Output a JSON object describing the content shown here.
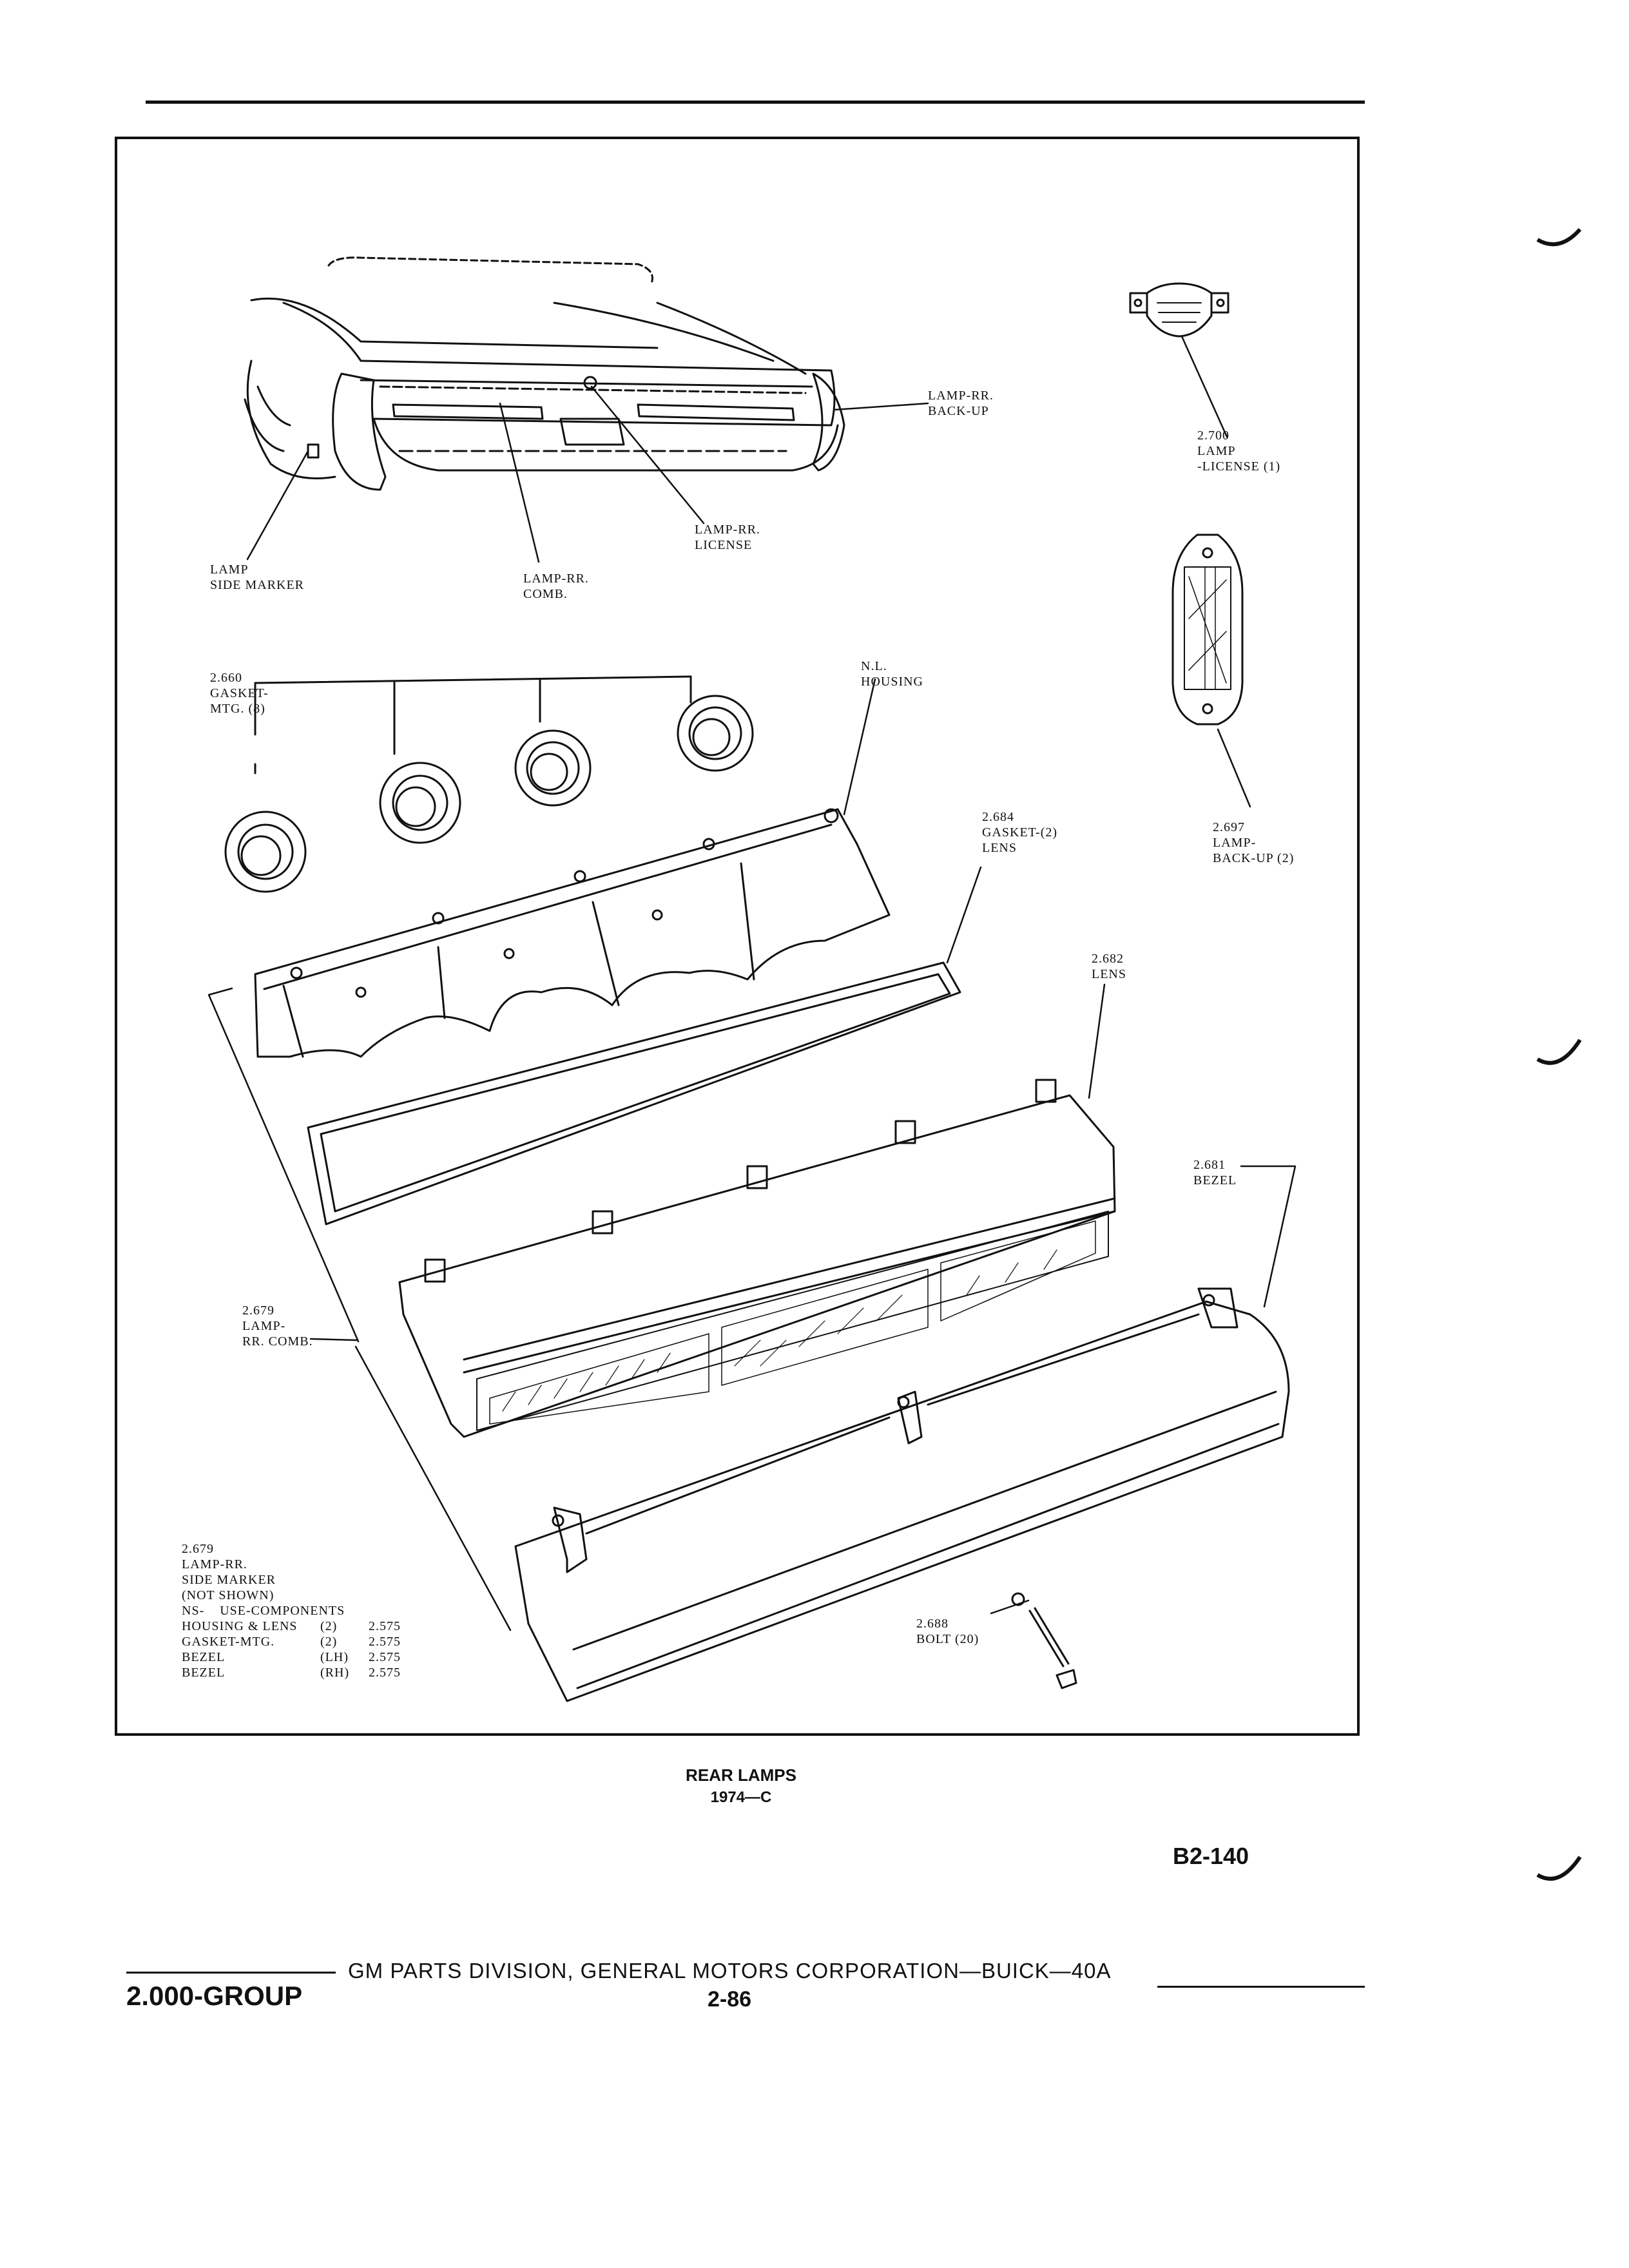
{
  "diagram": {
    "labels": {
      "backup_ref": [
        "LAMP-RR.",
        "BACK-UP"
      ],
      "license_part": [
        "2.700",
        "LAMP",
        "-LICENSE (1)"
      ],
      "license_ref": [
        "LAMP-RR.",
        "LICENSE"
      ],
      "side_marker_ref": [
        "LAMP",
        "SIDE MARKER"
      ],
      "comb_ref": [
        "LAMP-RR.",
        "COMB."
      ],
      "gasket_mtg": [
        "2.660",
        "GASKET-",
        "MTG. (8)"
      ],
      "nl_housing": [
        "N.L.",
        "HOUSING"
      ],
      "backup_part": [
        "2.697",
        "LAMP-",
        "BACK-UP (2)"
      ],
      "gasket_lens": [
        "2.684",
        "GASKET-(2)",
        "LENS"
      ],
      "lens": [
        "2.682",
        "LENS"
      ],
      "bezel": [
        "2.681",
        "BEZEL"
      ],
      "comb_part": [
        "2.679",
        "LAMP-",
        "RR. COMB."
      ],
      "bolt": [
        "2.688",
        "BOLT (20)"
      ]
    },
    "ns_note": {
      "header": [
        "2.679",
        "LAMP-RR.",
        "SIDE MARKER",
        "(NOT SHOWN)",
        "NS-    USE-COMPONENTS"
      ],
      "rows": [
        {
          "name": "HOUSING & LENS",
          "qty": "(2)",
          "ref": "2.575"
        },
        {
          "name": "GASKET-MTG.",
          "qty": "(2)",
          "ref": "2.575"
        },
        {
          "name": "BEZEL",
          "qty": "(LH)",
          "ref": "2.575"
        },
        {
          "name": "BEZEL",
          "qty": "(RH)",
          "ref": "2.575"
        }
      ]
    }
  },
  "caption": {
    "title": "REAR LAMPS",
    "subtitle": "1974—C",
    "code": "B2-140"
  },
  "footer": {
    "group": "2.000-GROUP",
    "division": "GM PARTS DIVISION, GENERAL MOTORS CORPORATION—BUICK—40A",
    "page": "2-86"
  }
}
